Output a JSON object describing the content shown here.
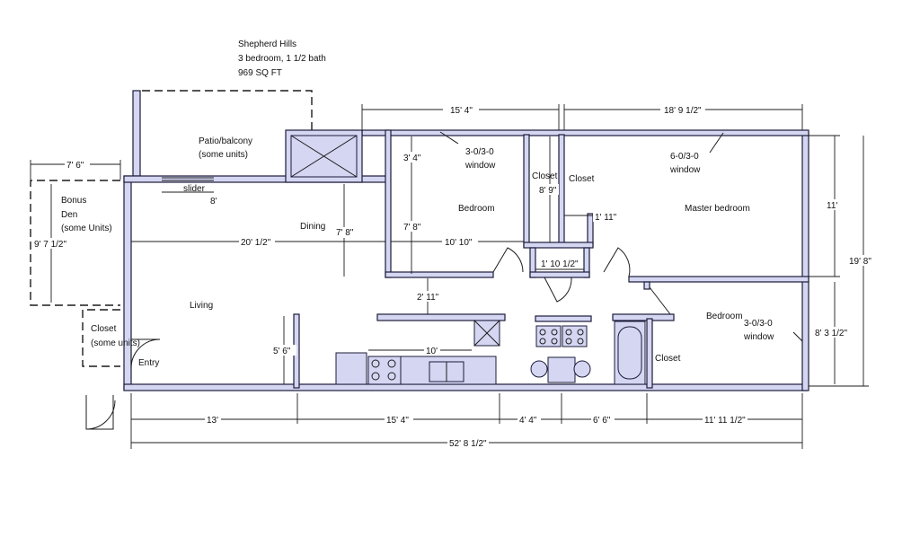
{
  "header": {
    "name": "Shepherd Hills",
    "rooms": "3 bedroom, 1 1/2 bath",
    "area": "969 SQ FT"
  },
  "rooms": {
    "patio": "Patio/balcony",
    "patio_note": "(some units)",
    "slider": "slider",
    "bonus": "Bonus",
    "den": "Den",
    "bonus_note": "(some Units)",
    "dining": "Dining",
    "living": "Living",
    "closet_entry": "Closet",
    "closet_entry_note": "(some units)",
    "entry": "Entry",
    "bedroom_1": "Bedroom",
    "window_1": "3-0/3-0",
    "window_1_word": "window",
    "closet_a": "Closet",
    "closet_b": "Closet",
    "master": "Master bedroom",
    "window_2": "6-0/3-0",
    "window_2_word": "window",
    "bedroom_2": "Bedroom",
    "window_3": "3-0/3-0",
    "window_3_word": "window",
    "closet_bath": "Closet"
  },
  "dimensions": {
    "top_left_bedroom": "15' 4\"",
    "top_master": "18' 9 1/2\"",
    "bonus_width": "7' 6\"",
    "bonus_depth": "9' 7 1/2\"",
    "slider_width": "8'",
    "window_height": "3' 4\"",
    "bedroom_depth": "7' 8\"",
    "dining_depth": "7' 8\"",
    "closet_depth": "8' 9\"",
    "closet_width": "1' 11\"",
    "living_width": "20' 1/2\"",
    "bedroom_width": "10' 10\"",
    "hall_width": "1' 10 1/2\"",
    "hall_gap": "2' 11\"",
    "counter": "10'",
    "entry_wall": "5' 6\"",
    "master_depth": "11'",
    "overall_depth": "19' 8\"",
    "bedroom2_depth": "8' 3 1/2\"",
    "bottom_1": "13'",
    "bottom_2": "15' 4\"",
    "bottom_3": "4' 4\"",
    "bottom_4": "6' 6\"",
    "bottom_5": "11' 11 1/2\"",
    "overall_width": "52' 8 1/2\""
  }
}
